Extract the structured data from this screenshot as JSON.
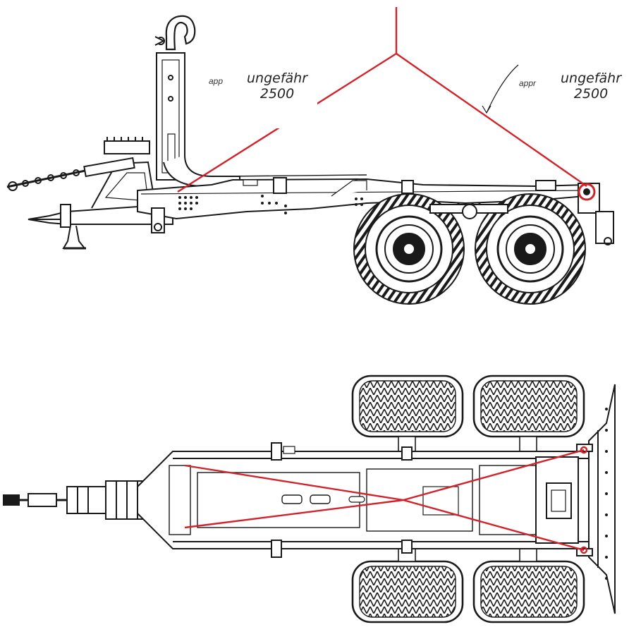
{
  "colors": {
    "lines": "#d2232a",
    "ink": "#1a1a1a",
    "paper": "#ffffff"
  },
  "side_view": {
    "left_label": {
      "line1": "ungefähr",
      "line2": "2500",
      "overlapped": "app"
    },
    "right_label": {
      "line1": "ungefähr",
      "line2": "2500",
      "overlapped": "appr"
    }
  }
}
